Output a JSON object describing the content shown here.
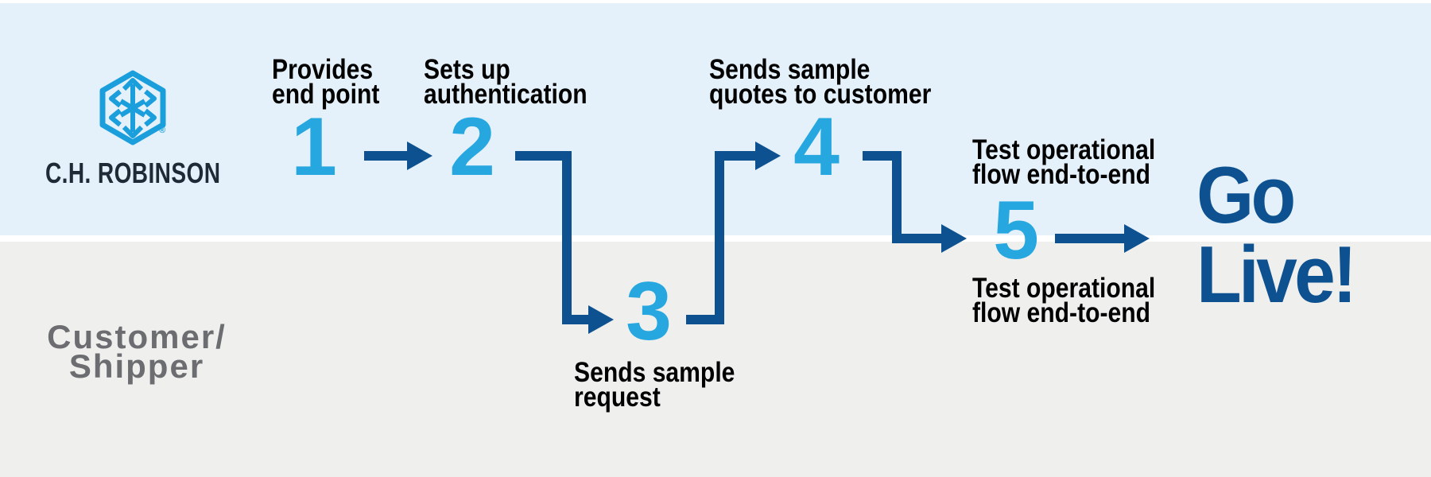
{
  "brand": {
    "wordmark": "C.H. ROBINSON",
    "registered_mark": "®"
  },
  "lanes": {
    "bottom_label": "Customer/\nShipper"
  },
  "steps": [
    {
      "number": "1",
      "label": "Provides\nend point"
    },
    {
      "number": "2",
      "label": "Sets up\nauthentication"
    },
    {
      "number": "3",
      "label": "Sends sample\nrequest"
    },
    {
      "number": "4",
      "label": "Sends sample\nquotes to customer"
    },
    {
      "number": "5",
      "label_above": "Test operational\nflow end-to-end",
      "label_below": "Test operational\nflow end-to-end"
    }
  ],
  "outcome": {
    "text": "Go\nLive!"
  },
  "colors": {
    "lane_top_bg": "#E4F1FA",
    "lane_bottom_bg": "#EFF0EE",
    "divider": "#FFFFFF",
    "step_number_blue": "#27A7E0",
    "arrow_navy": "#0E5190",
    "outcome_blue": "#0E5190",
    "label_black": "#000000",
    "lane_caption_gray": "#6C6D70",
    "logo_blue": "#1A9FDC",
    "wordmark_navy": "#1E2A36"
  }
}
